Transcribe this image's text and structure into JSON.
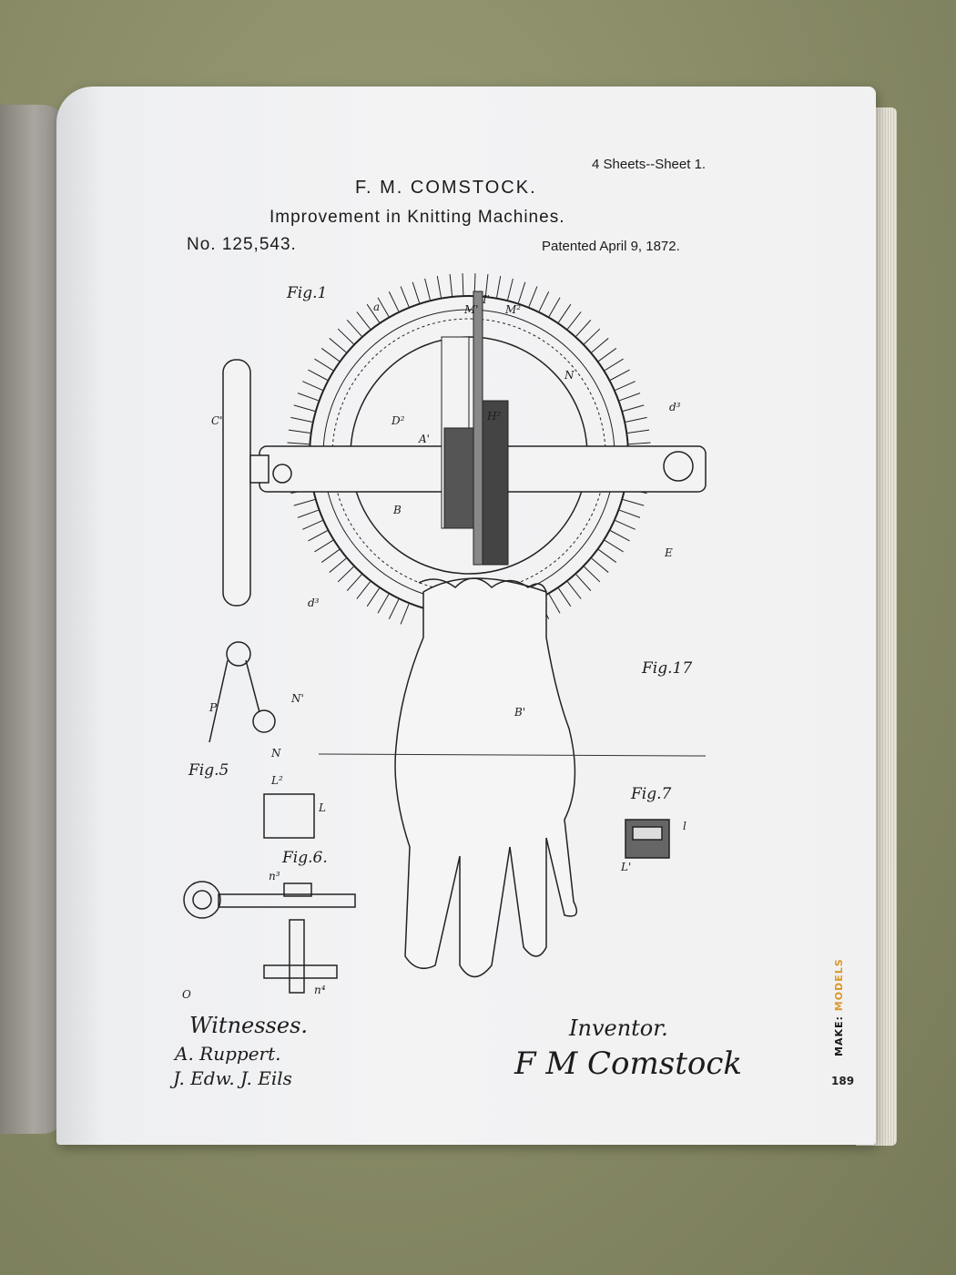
{
  "header": {
    "sheets": "4 Sheets--Sheet 1.",
    "inventor_name": "F. M. COMSTOCK.",
    "title": "Improvement in Knitting Machines.",
    "patent_number": "No. 125,543.",
    "patented_date": "Patented April 9, 1872."
  },
  "figures": {
    "fig1": "Fig.1",
    "fig5": "Fig.5",
    "fig6": "Fig.6.",
    "fig7": "Fig.7",
    "fig17": "Fig.17"
  },
  "labels": [
    "M'",
    "I'",
    "M²",
    "a",
    "C'",
    "D²",
    "A'",
    "H²",
    "N",
    "d³",
    "B",
    "B'",
    "E",
    "d³",
    "P",
    "N'",
    "N",
    "L²",
    "L",
    "n³",
    "O",
    "n⁴",
    "L'",
    "l"
  ],
  "footer": {
    "witnesses_label": "Witnesses.",
    "witness1": "A. Ruppert.",
    "witness2": "J. Edw. J. Eils",
    "inventor_label": "Inventor.",
    "signature": "F M Comstock"
  },
  "section": {
    "prefix": "MAKE:",
    "name": "MODELS"
  },
  "page_number": "189",
  "colors": {
    "accent": "#d99a2b"
  }
}
